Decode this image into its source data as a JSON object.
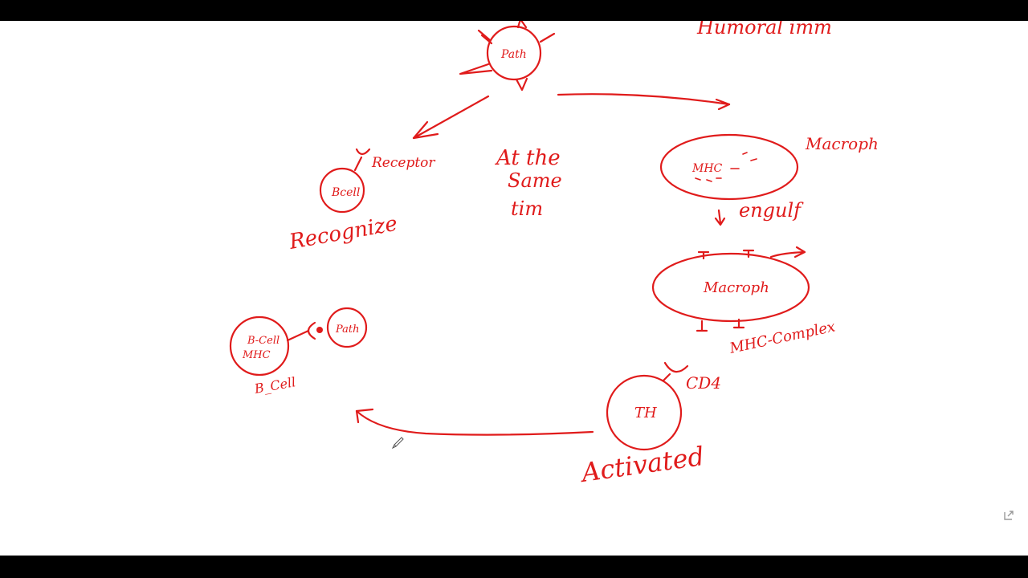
{
  "ink_color": "#e01b1b",
  "labels": {
    "humoral": "Humoral imm",
    "path_top": "Path",
    "receptor": "Receptor",
    "bcell_small": "Bcell",
    "recognize": "Recognize",
    "same_time_1": "At the",
    "same_time_2": "Same",
    "same_time_3": "tim",
    "macrophage_top": "Macroph",
    "mhc_top": "MHC",
    "engulf": "engulf",
    "macrophage_mid": "Macroph",
    "mhc_complex": "MHC-Complex",
    "th": "TH",
    "cd4": "CD4",
    "activated": "Activated",
    "bcell_inner": "B-Cell",
    "mhc_inner": "MHC",
    "path_bound": "Path",
    "bcell_bottom": "B_Cell"
  },
  "icons": {
    "pen_cursor": "pen-cursor-icon",
    "corner": "expand-icon"
  }
}
